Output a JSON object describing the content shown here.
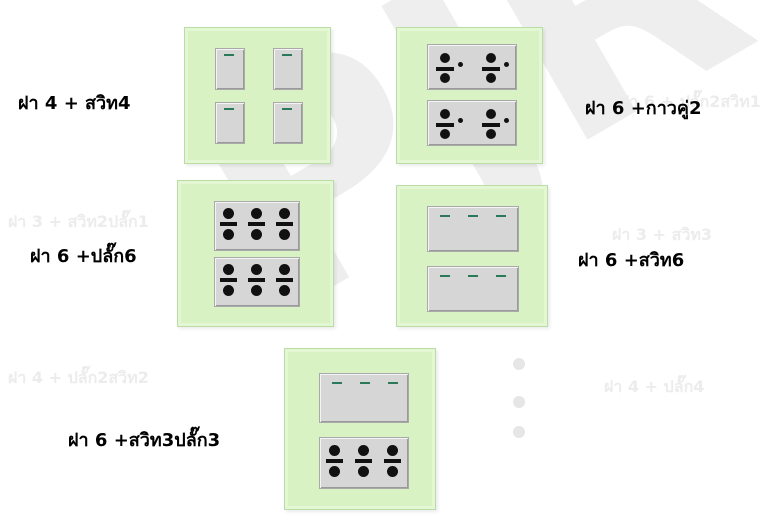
{
  "watermark": "PJR",
  "ghost_labels": [
    "ฝา 3 + สวิท2ปลั๊ก1",
    "ฝา 3 + สวิท3",
    "ฝา 4 + ปลั๊ก2สวิท2",
    "ฝา 4 + ปลั๊ก4",
    "ฝา 6 + ปลั๊ก2สวิท1"
  ],
  "products": [
    {
      "label": "ฝา 4 + สวิท4"
    },
    {
      "label": "ฝา 6 +กาวคู่2"
    },
    {
      "label": "ฝา 6 +ปลั๊ก6"
    },
    {
      "label": "ฝา 6 +สวิท6"
    },
    {
      "label": "ฝา 6 +สวิท3ปลั๊ก3"
    }
  ],
  "colors": {
    "plate": "#d8f2c4",
    "module": "#d6d6d6",
    "indicator": "#2a7a5a",
    "watermark": "#eeeeee"
  }
}
